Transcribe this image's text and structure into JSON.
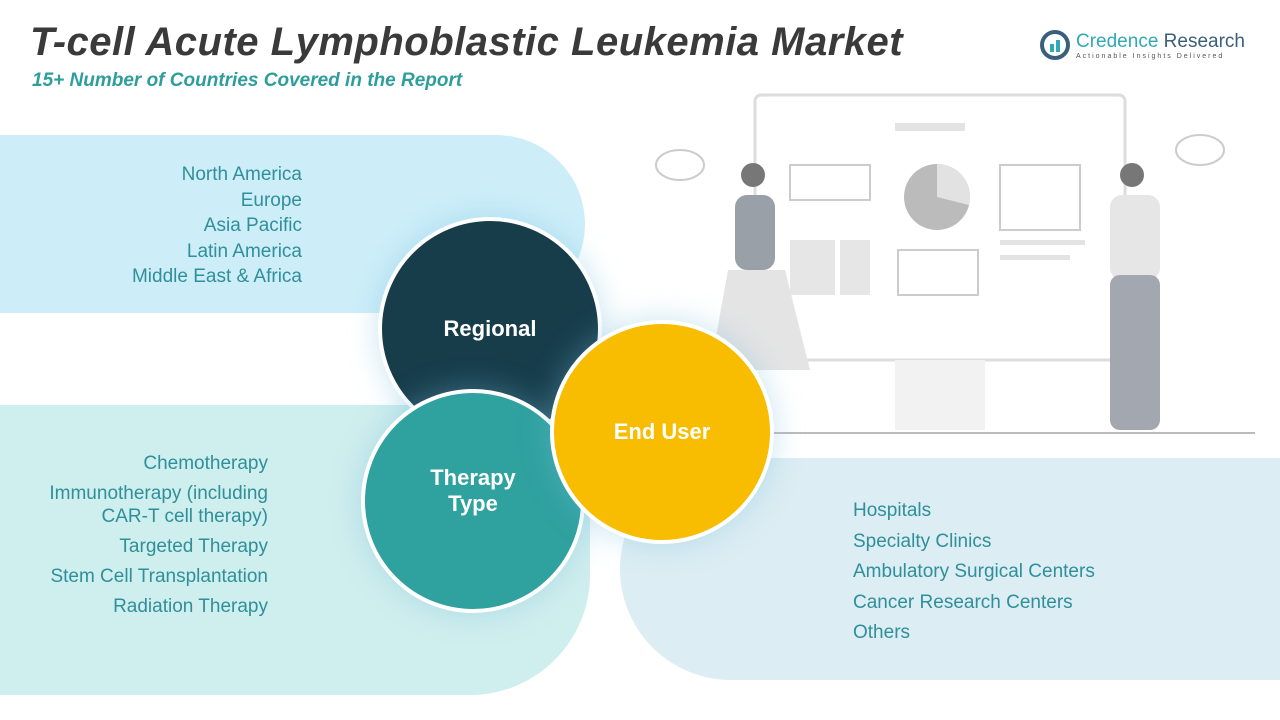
{
  "header": {
    "title": "T-cell Acute Lymphoblastic Leukemia Market",
    "subtitle": "15+ Number of Countries Covered in the Report"
  },
  "logo": {
    "name_part1": "Credence",
    "name_part2": "Research",
    "tagline": "Actionable Insights Delivered"
  },
  "segments": {
    "regional": {
      "label": "Regional",
      "items": [
        "North America",
        "Europe",
        "Asia Pacific",
        "Latin America",
        "Middle East & Africa"
      ]
    },
    "therapy": {
      "label_line1": "Therapy",
      "label_line2": "Type",
      "items": [
        "Chemotherapy",
        "Immunotherapy (including CAR-T cell therapy)",
        "Targeted Therapy",
        "Stem Cell Transplantation",
        "Radiation Therapy"
      ]
    },
    "end_user": {
      "label": "End User",
      "items": [
        "Hospitals",
        "Specialty Clinics",
        "Ambulatory Surgical Centers",
        "Cancer Research Centers",
        "Others"
      ]
    }
  },
  "colors": {
    "regional": "#173d4b",
    "therapy": "#2fa19f",
    "end_user": "#f8bc00",
    "accent": "#2e9e9c"
  }
}
